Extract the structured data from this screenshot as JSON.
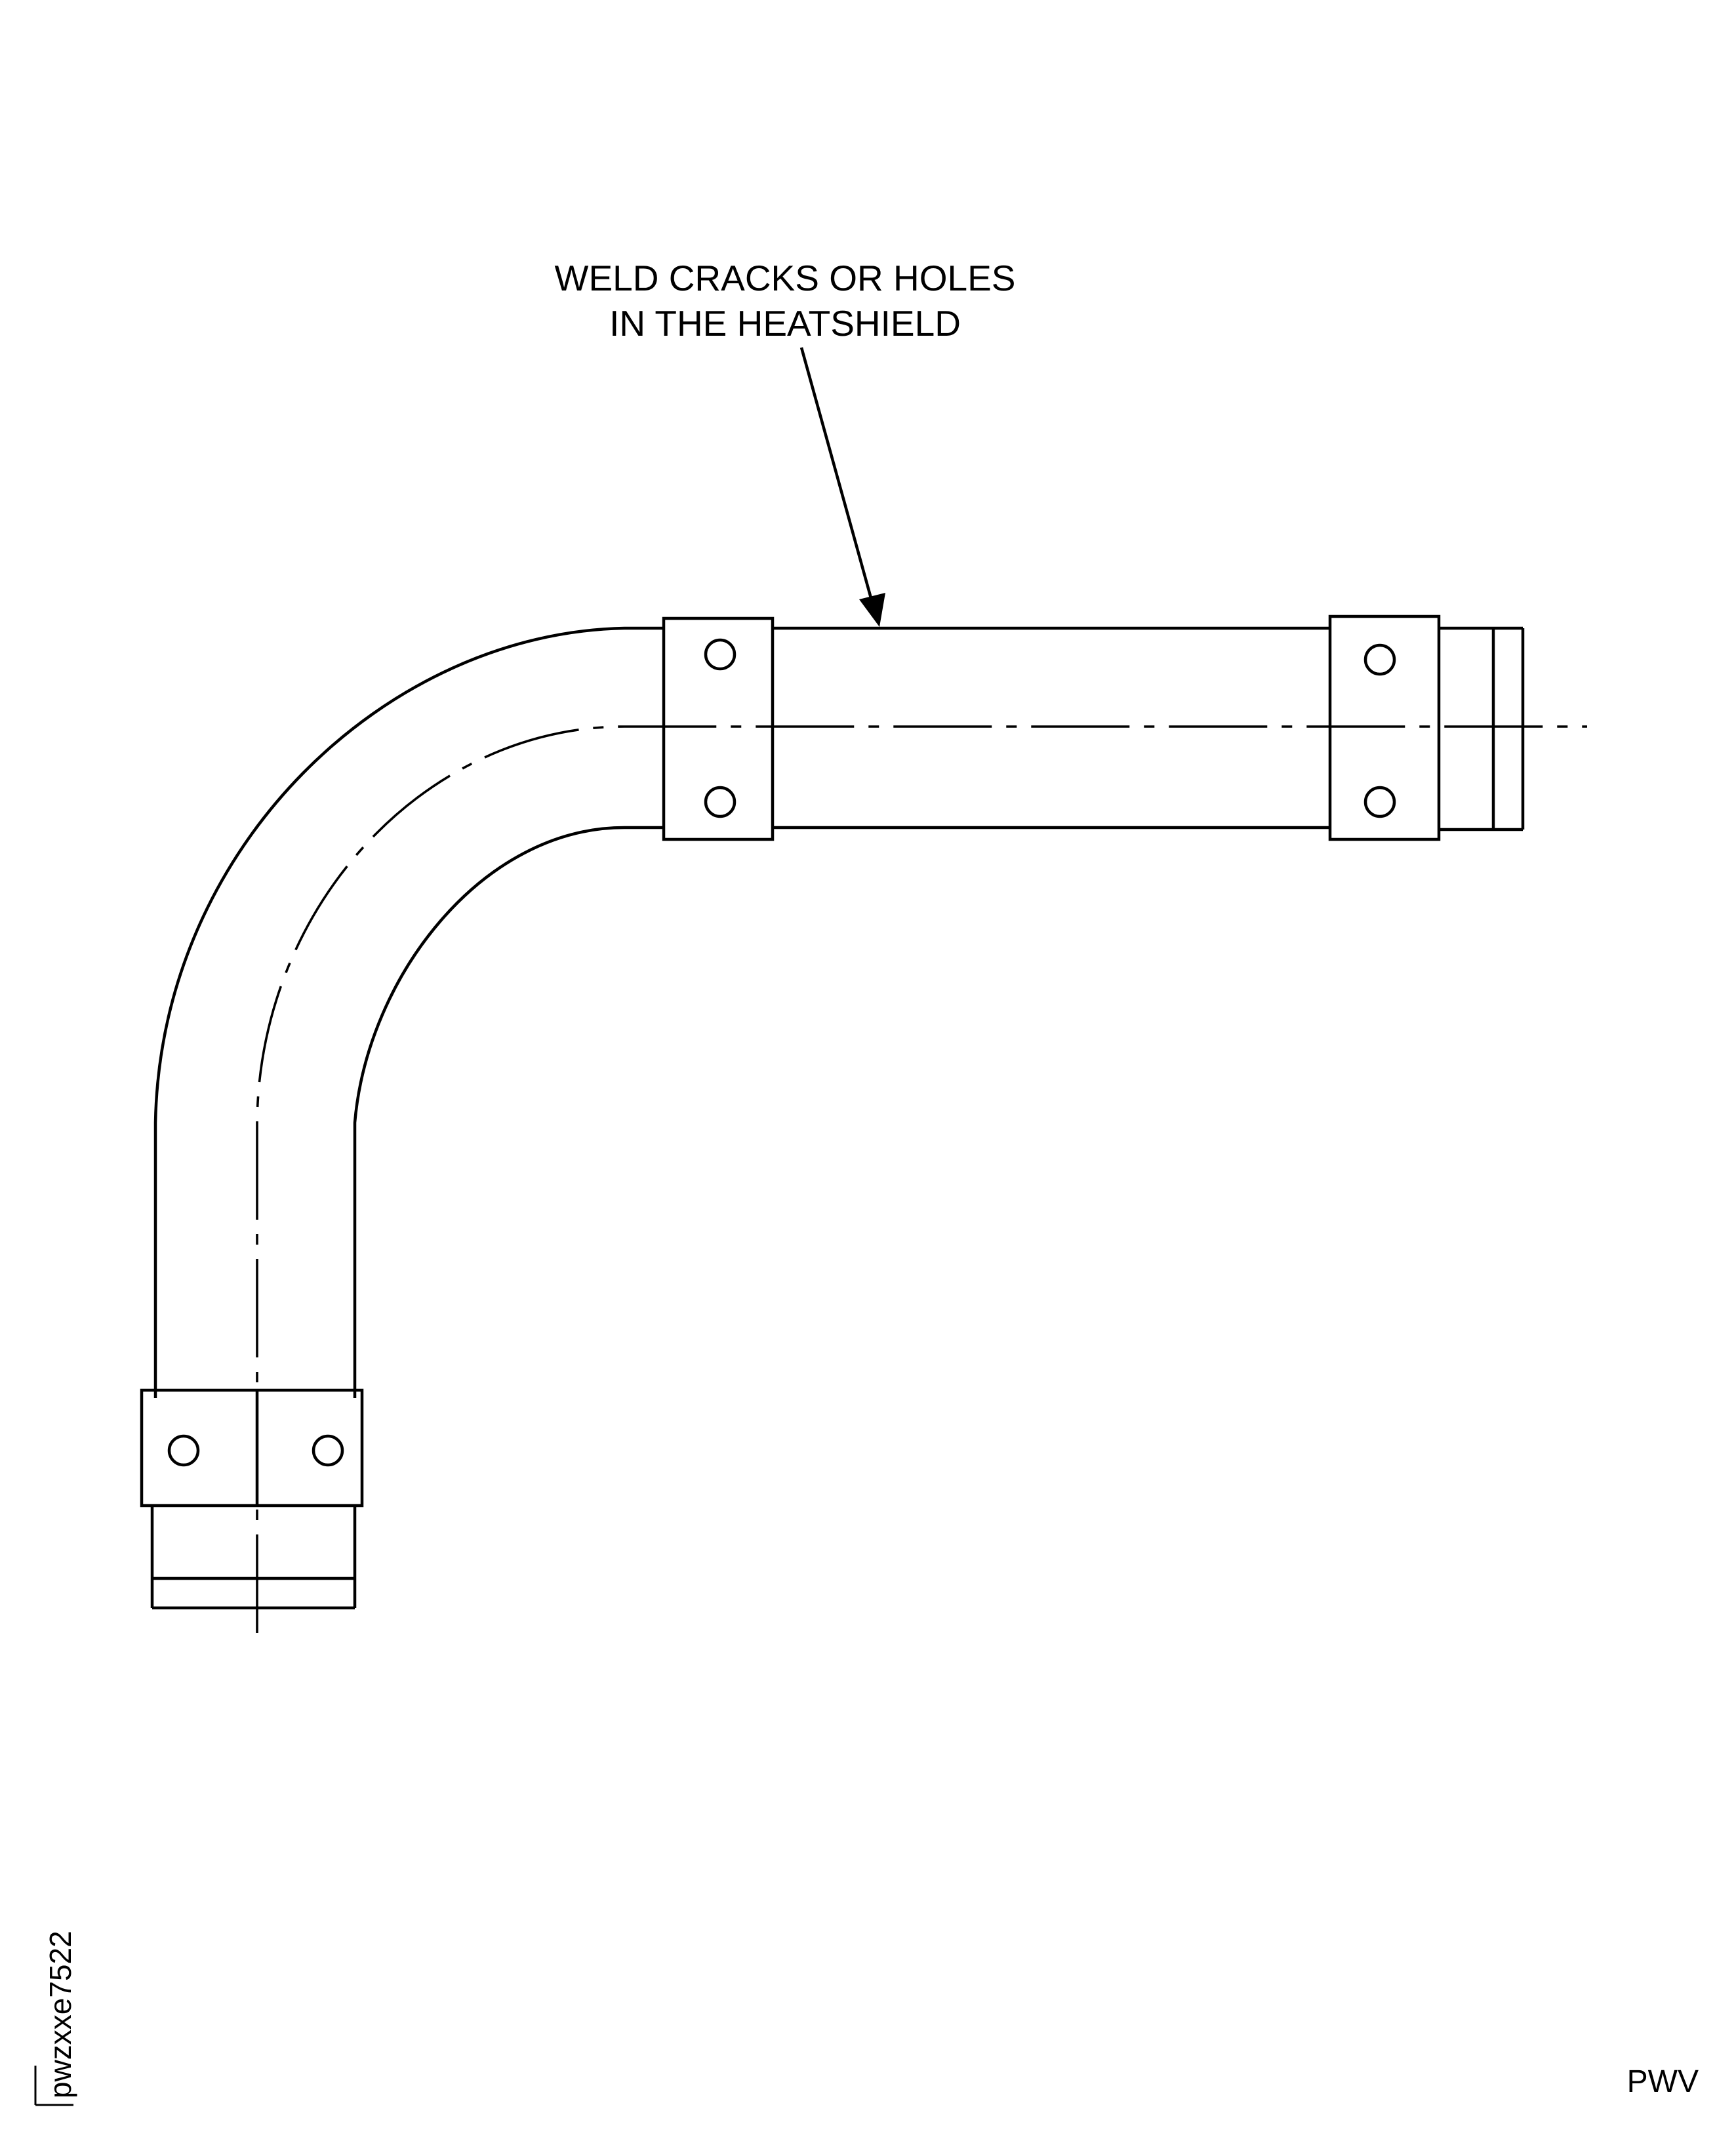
{
  "callout": {
    "line1": "WELD CRACKS OR HOLES",
    "line2": "IN THE HEATSHIELD"
  },
  "figure_id": "pwzxxe7522",
  "corner_mark": "PWV"
}
